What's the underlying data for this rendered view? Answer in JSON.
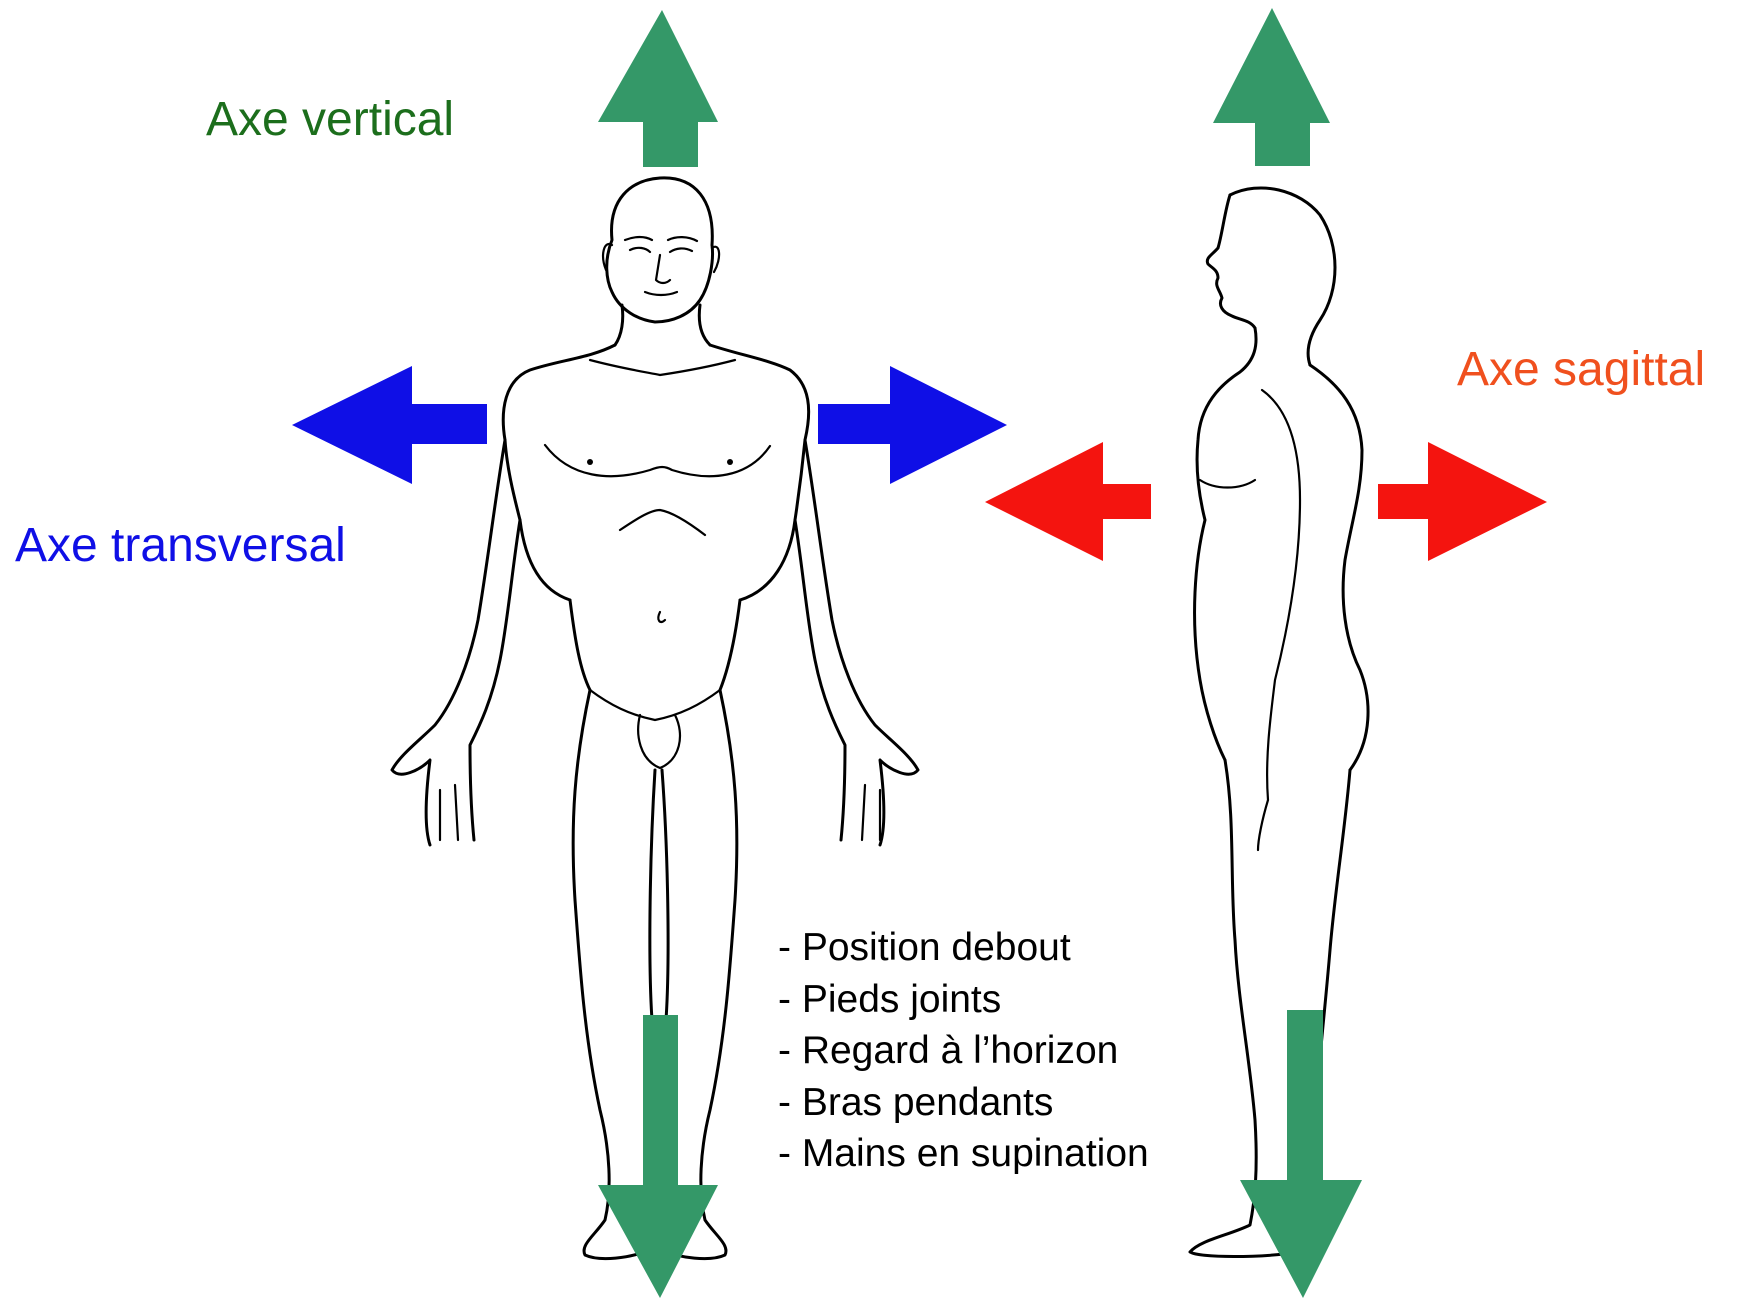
{
  "labels": {
    "vertical": "Axe vertical",
    "sagittal": "Axe sagittal",
    "transversal": "Axe transversal"
  },
  "notes": [
    "- Position debout",
    "- Pieds joints",
    "- Regard à l’horizon",
    "- Bras pendants",
    "- Mains en supination"
  ],
  "colors": {
    "vertical": "#349868",
    "vertical_text": "#1c6e1c",
    "transversal": "#0f0fe6",
    "sagittal": "#f4140f",
    "sagittal_text": "#f0501e"
  },
  "figures": [
    {
      "name": "front-view",
      "view": "anterior"
    },
    {
      "name": "side-view",
      "view": "lateral"
    }
  ]
}
